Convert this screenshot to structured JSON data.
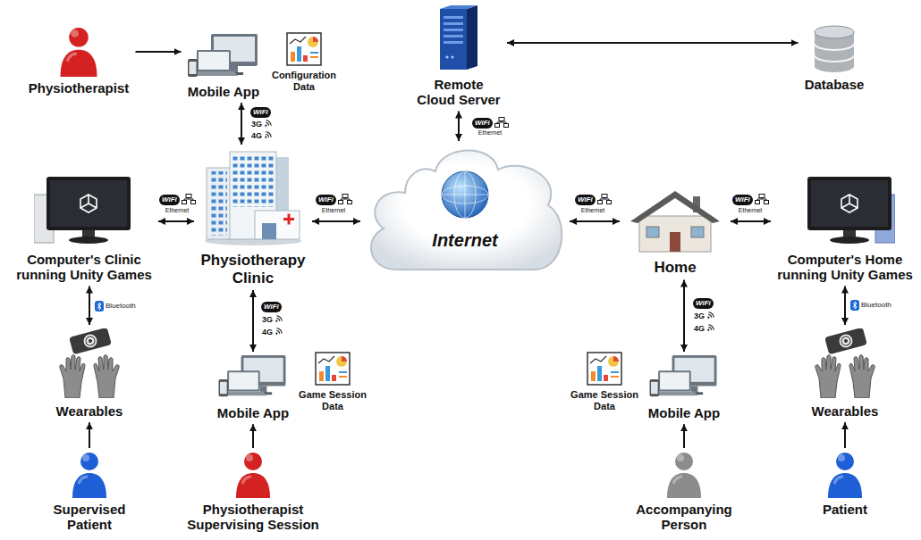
{
  "diagram": {
    "nodes": [
      {
        "text": [
          "Physiotherapist"
        ]
      },
      {
        "text": [
          "Mobile App"
        ]
      },
      {
        "text": [
          "Configuration Data"
        ]
      },
      {
        "text": [
          "Remote Cloud Server"
        ]
      },
      {
        "text": [
          "Database"
        ]
      },
      {
        "text": [
          "Computer's Clinic running Unity Games"
        ]
      },
      {
        "text": [
          "Physiotherapy Clinic"
        ]
      },
      {
        "text": [
          "Internet"
        ]
      },
      {
        "text": [
          "Home"
        ]
      },
      {
        "text": [
          "Computer's Home running Unity Games"
        ]
      },
      {
        "text": [
          "Wearables"
        ]
      },
      {
        "text": [
          "Mobile App"
        ]
      },
      {
        "text": [
          "Game Session Data"
        ]
      },
      {
        "text": [
          "Game Session Data"
        ]
      },
      {
        "text": [
          "Mobile App"
        ]
      },
      {
        "text": [
          "Wearables"
        ]
      },
      {
        "text": [
          "Supervised Patient"
        ]
      },
      {
        "text": [
          "Physiotherapist Supervising Session"
        ]
      },
      {
        "text": [
          "Accompanying Person"
        ]
      },
      {
        "text": [
          "Patient"
        ]
      }
    ],
    "edges": [
      {
        "from": 0,
        "to": 1,
        "arrow": "to"
      },
      {
        "from": 1,
        "to": 6,
        "arrow": "both"
      },
      {
        "from": 3,
        "to": 4,
        "arrow": "both"
      },
      {
        "from": 3,
        "to": 7,
        "arrow": "both"
      },
      {
        "from": 5,
        "to": 6,
        "arrow": "both"
      },
      {
        "from": 6,
        "to": 7,
        "arrow": "both"
      },
      {
        "from": 7,
        "to": 8,
        "arrow": "both"
      },
      {
        "from": 8,
        "to": 9,
        "arrow": "both"
      },
      {
        "from": 5,
        "to": 10,
        "arrow": "both"
      },
      {
        "from": 16,
        "to": 10,
        "arrow": "to"
      },
      {
        "from": 6,
        "to": 11,
        "arrow": "both"
      },
      {
        "from": 17,
        "to": 11,
        "arrow": "to"
      },
      {
        "from": 8,
        "to": 14,
        "arrow": "both"
      },
      {
        "from": 18,
        "to": 14,
        "arrow": "to"
      },
      {
        "from": 9,
        "to": 15,
        "arrow": "both"
      },
      {
        "from": 19,
        "to": 15,
        "arrow": "to"
      }
    ],
    "labels": [
      "WiFi",
      "3G",
      "4G",
      "WiFi",
      "Ethernet",
      "WiFi",
      "Ethernet",
      "WiFi",
      "Ethernet",
      "WiFi",
      "Ethernet",
      "WiFi",
      "Ethernet",
      "Bluetooth",
      "WiFi",
      "3G",
      "4G",
      "WiFi",
      "3G",
      "4G",
      "Bluetooth"
    ]
  }
}
